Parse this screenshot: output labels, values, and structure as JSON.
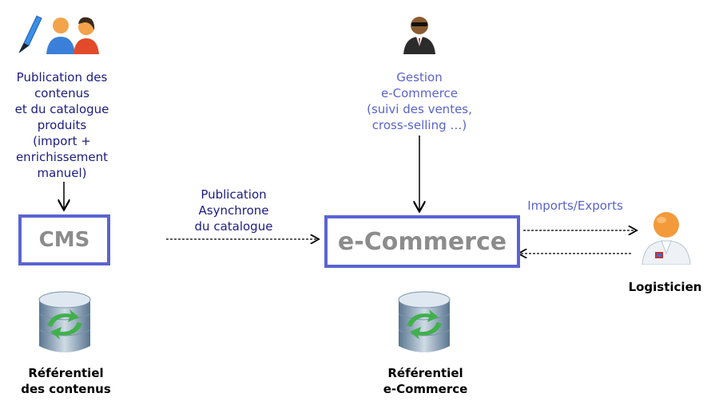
{
  "colors": {
    "box_border": "#5a64d2",
    "navy_text": "#1c1c80",
    "blue_text": "#5a64c8"
  },
  "left": {
    "icon": "pen-and-users-icon",
    "description": "Publication des\ncontenus\net du catalogue\nproduits\n(import +\nenrichissement\nmanuel)",
    "box_label": "CMS",
    "db_icon": "database-sync-icon",
    "db_label": "Référentiel\ndes contenus"
  },
  "middle_arrow_label": "Publication\nAsynchrone\ndu catalogue",
  "center": {
    "icon": "businessman-icon",
    "description": "Gestion\ne-Commerce\n(suivi des ventes,\ncross-selling …)",
    "box_label": "e-Commerce",
    "db_icon": "database-sync-icon",
    "db_label": "Référentiel\ne-Commerce"
  },
  "right": {
    "arrow_label": "Imports/Exports",
    "icon": "logistician-icon",
    "label": "Logisticien"
  }
}
